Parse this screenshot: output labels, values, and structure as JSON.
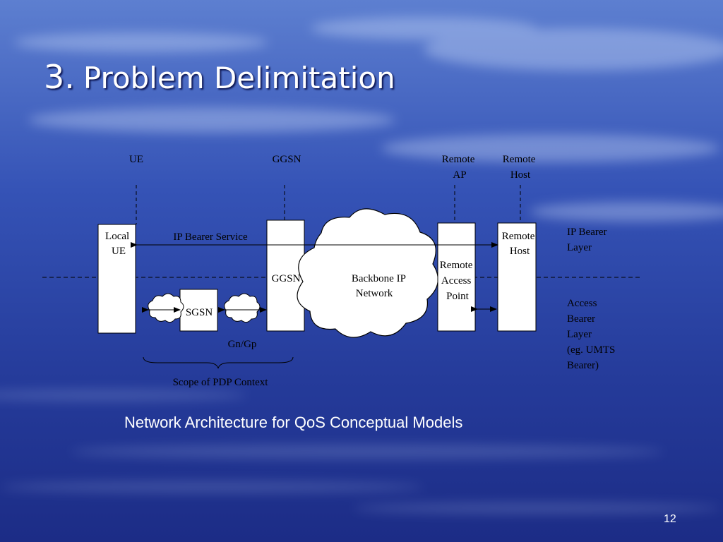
{
  "slide": {
    "title_number": "3.",
    "title_text": "Problem Delimitation",
    "caption": "Network Architecture for QoS Conceptual Models",
    "page_number": "12"
  },
  "diagram": {
    "top_labels": {
      "ue": "UE",
      "ggsn": "GGSN",
      "remote_ap": [
        "Remote",
        "AP"
      ],
      "remote_host": [
        "Remote",
        "Host"
      ]
    },
    "nodes": {
      "local_ue": [
        "Local",
        "UE"
      ],
      "sgsn": "SGSN",
      "ggsn": "GGSN",
      "backbone": [
        "Backbone IP",
        "Network"
      ],
      "remote_access_point": [
        "Remote",
        "Access",
        "Point"
      ],
      "remote_host": [
        "Remote",
        "Host"
      ]
    },
    "labels": {
      "ip_bearer_service": "IP Bearer Service",
      "gn_gp": "Gn/Gp",
      "scope": "Scope of PDP Context"
    },
    "layers": {
      "ip_bearer": [
        "IP Bearer",
        "Layer"
      ],
      "access_bearer": [
        "Access",
        "Bearer",
        "Layer",
        "(eg. UMTS",
        "Bearer)"
      ]
    }
  },
  "colors": {
    "background": "#2b3f9c",
    "box_fill": "#ffffff",
    "line": "#000000",
    "text_light": "#ffffff"
  }
}
